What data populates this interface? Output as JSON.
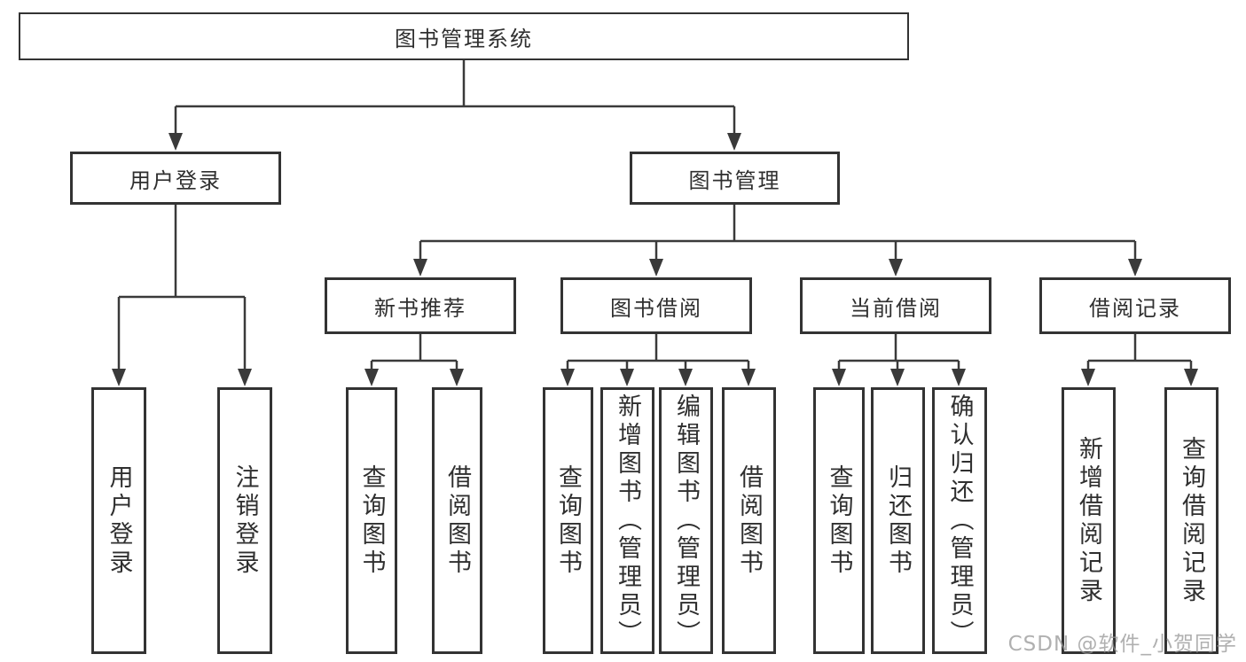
{
  "diagram_title": "图书管理系统",
  "watermark": "CSDN @软件_小贺同学",
  "colors": {
    "line": "#3a3a3a",
    "box_border": "#333333",
    "text": "#2f2f2f",
    "background": "#ffffff",
    "watermark": "#969696"
  },
  "tree": {
    "root": {
      "label": "图书管理系统"
    },
    "branches": [
      {
        "label": "用户登录",
        "children": [
          {
            "label": "用户登录"
          },
          {
            "label": "注销登录"
          }
        ]
      },
      {
        "label": "图书管理",
        "children": [
          {
            "label": "新书推荐",
            "children": [
              {
                "label": "查询图书"
              },
              {
                "label": "借阅图书"
              }
            ]
          },
          {
            "label": "图书借阅",
            "children": [
              {
                "label": "查询图书"
              },
              {
                "label": "新增图书（管理员）"
              },
              {
                "label": "编辑图书（管理员）"
              },
              {
                "label": "借阅图书"
              }
            ]
          },
          {
            "label": "当前借阅",
            "children": [
              {
                "label": "查询图书"
              },
              {
                "label": "归还图书"
              },
              {
                "label": "确认归还（管理员）"
              }
            ]
          },
          {
            "label": "借阅记录",
            "children": [
              {
                "label": "新增借阅记录"
              },
              {
                "label": "查询借阅记录"
              }
            ]
          }
        ]
      }
    ]
  }
}
